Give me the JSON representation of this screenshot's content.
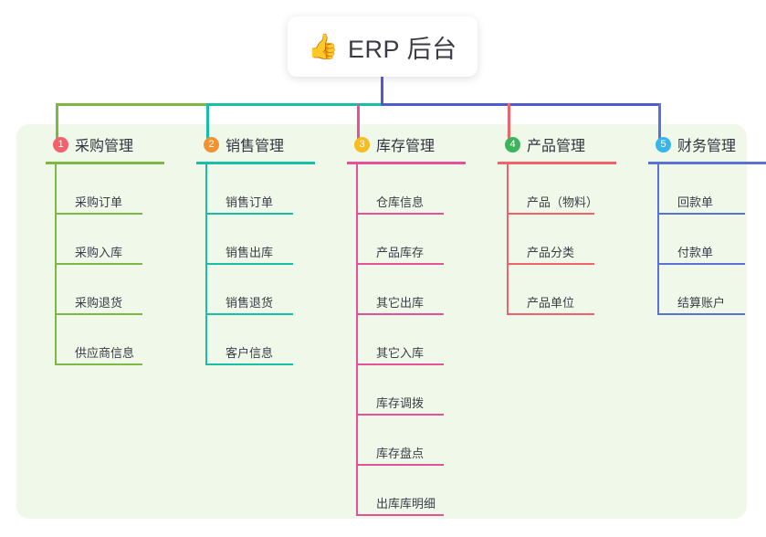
{
  "root": {
    "icon": "thumbs-up-icon",
    "emoji": "👍",
    "title": "ERP 后台"
  },
  "canvas": {
    "background": "#ffffff",
    "panel_background": "#eff8e9",
    "root_connector_color": "#4e5bd0"
  },
  "bus": {
    "segments": [
      {
        "color": "#7cb942",
        "label": "bus-green"
      },
      {
        "color": "#18bfa6",
        "label": "bus-teal"
      },
      {
        "color": "#4e5bd0",
        "label": "bus-blue"
      }
    ]
  },
  "columns": [
    {
      "index": "1",
      "title": "采购管理",
      "badge_color": "#f4606c",
      "line_color": "#7cb942",
      "items": [
        {
          "label": "采购订单"
        },
        {
          "label": "采购入库"
        },
        {
          "label": "采购退货"
        },
        {
          "label": "供应商信息"
        }
      ]
    },
    {
      "index": "2",
      "title": "销售管理",
      "badge_color": "#f29331",
      "line_color": "#18bfa6",
      "items": [
        {
          "label": "销售订单"
        },
        {
          "label": "销售出库"
        },
        {
          "label": "销售退货"
        },
        {
          "label": "客户信息"
        }
      ]
    },
    {
      "index": "3",
      "title": "库存管理",
      "badge_color": "#f5bd1f",
      "line_color": "#e7509a",
      "items": [
        {
          "label": "仓库信息"
        },
        {
          "label": "产品库存"
        },
        {
          "label": "其它出库"
        },
        {
          "label": "其它入库"
        },
        {
          "label": "库存调拨"
        },
        {
          "label": "库存盘点"
        },
        {
          "label": "出库库明细"
        }
      ]
    },
    {
      "index": "4",
      "title": "产品管理",
      "badge_color": "#3cb45c",
      "line_color": "#f0636a",
      "items": [
        {
          "label": "产品（物料）"
        },
        {
          "label": "产品分类"
        },
        {
          "label": "产品单位"
        }
      ]
    },
    {
      "index": "5",
      "title": "财务管理",
      "badge_color": "#3ab5e8",
      "line_color": "#5a72d4",
      "items": [
        {
          "label": "回款单"
        },
        {
          "label": "付款单"
        },
        {
          "label": "结算账户"
        }
      ]
    }
  ]
}
